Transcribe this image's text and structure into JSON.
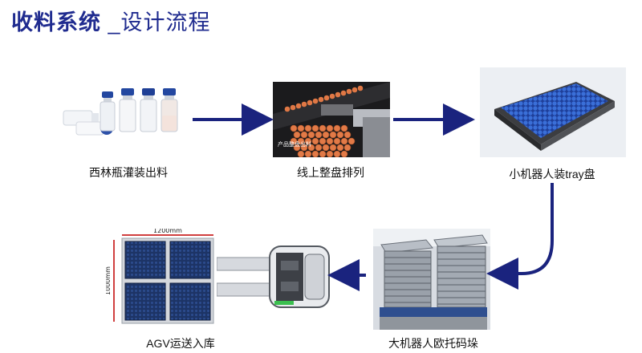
{
  "title": {
    "bold_part": "收料系统",
    "thin_part": " _设计流程"
  },
  "steps": [
    {
      "label": "西林瓶灌装出料"
    },
    {
      "label": "线上整盘排列",
      "inset_text": "产品整盘出料"
    },
    {
      "label": "小机器人装tray盘"
    },
    {
      "label": "大机器人欧托码垛"
    },
    {
      "label": "AGV运送入库"
    }
  ],
  "dimensions": {
    "width": "1200mm",
    "height": "1000mm"
  },
  "colors": {
    "title": "#1f2b8f",
    "arrow": "#1a237e"
  }
}
